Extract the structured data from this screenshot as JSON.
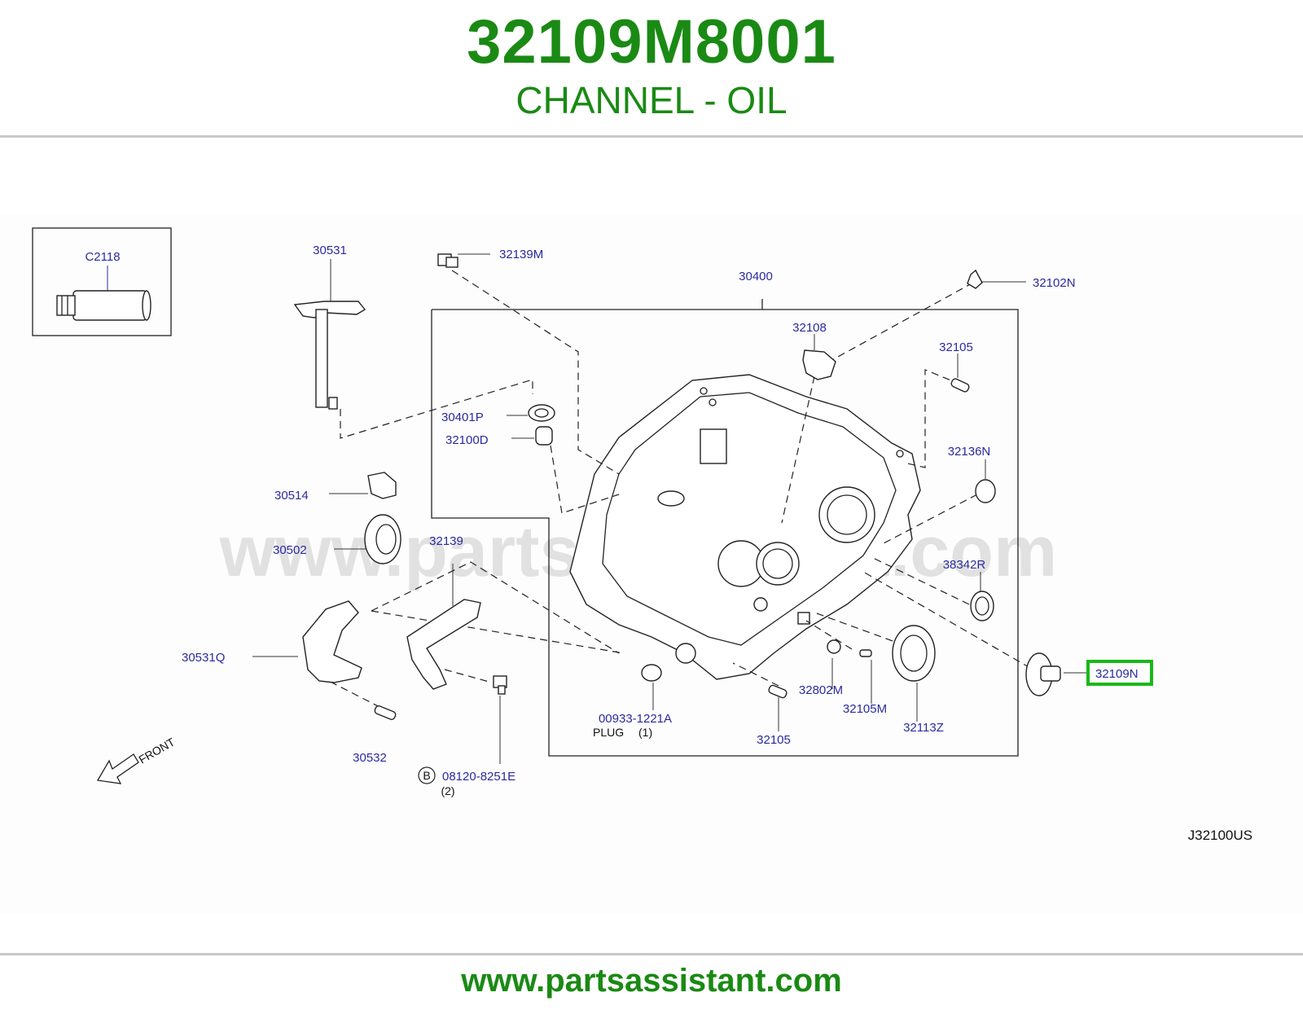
{
  "header": {
    "part_number": "32109M8001",
    "part_name": "CHANNEL - OIL"
  },
  "diagram": {
    "inset_label": "C2118",
    "watermark": "www.partsassistant.com",
    "diagram_code": "J32100US",
    "front_label": "FRONT",
    "highlighted_callout": "32109N",
    "highlight_color": "#18b818",
    "callouts": {
      "c30531": "30531",
      "c32139M": "32139M",
      "c30400": "30400",
      "c32102N": "32102N",
      "c32108": "32108",
      "c32105_top": "32105",
      "c30401P": "30401P",
      "c32100D": "32100D",
      "c32136N": "32136N",
      "c30514": "30514",
      "c30502": "30502",
      "c32139": "32139",
      "c38342R": "38342R",
      "c30531Q": "30531Q",
      "c32109N": "32109N",
      "c32802M": "32802M",
      "c32105M": "32105M",
      "c32113Z": "32113Z",
      "c00933": "00933-1221A",
      "plug": "PLUG",
      "plug_qty": "(1)",
      "c32105_bottom": "32105",
      "c30532": "30532",
      "bolt_badge": "B",
      "c08120": "08120-8251E",
      "bolt_qty": "(2)"
    }
  },
  "footer": {
    "url": "www.partsassistant.com"
  }
}
